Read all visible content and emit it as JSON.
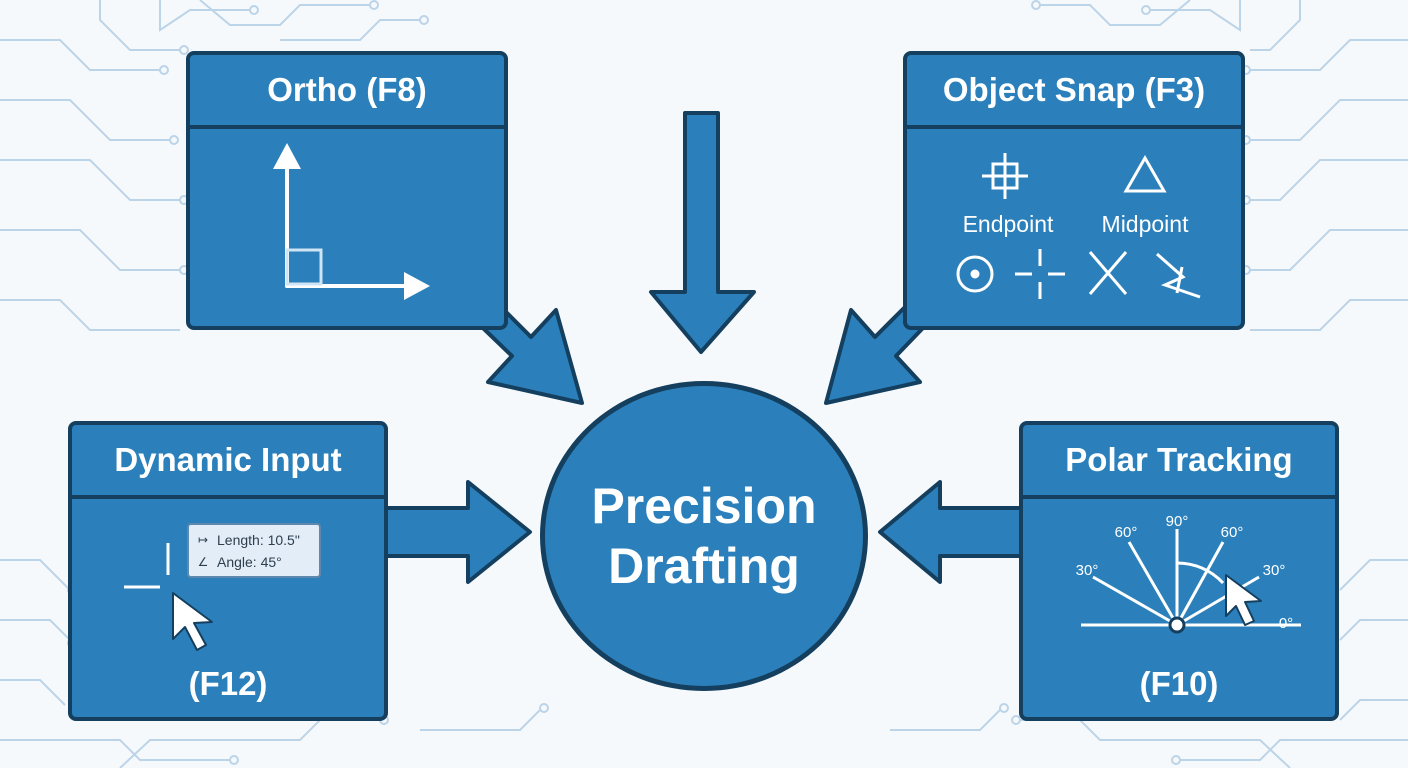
{
  "hub": {
    "line1": "Precision",
    "line2": "Drafting"
  },
  "ortho": {
    "title": "Ortho (F8)"
  },
  "object_snap": {
    "title": "Object Snap (F3)",
    "endpoint_label": "Endpoint",
    "midpoint_label": "Midpoint"
  },
  "dynamic_input": {
    "title": "Dynamic Input",
    "tooltip_length": "Length: 10.5\"",
    "tooltip_angle": "Angle: 45°",
    "footer": "(F12)"
  },
  "polar_tracking": {
    "title": "Polar Tracking",
    "footer": "(F10)",
    "angles": {
      "a90": "90°",
      "a60_left": "60°",
      "a60_right": "60°",
      "a30_left": "30°",
      "a30_right": "30°",
      "a0": "0°"
    }
  },
  "colors": {
    "panel": "#2b80bb",
    "border": "#143f5e",
    "background": "#f6f9fc",
    "circuit": "#b9d3e7"
  }
}
